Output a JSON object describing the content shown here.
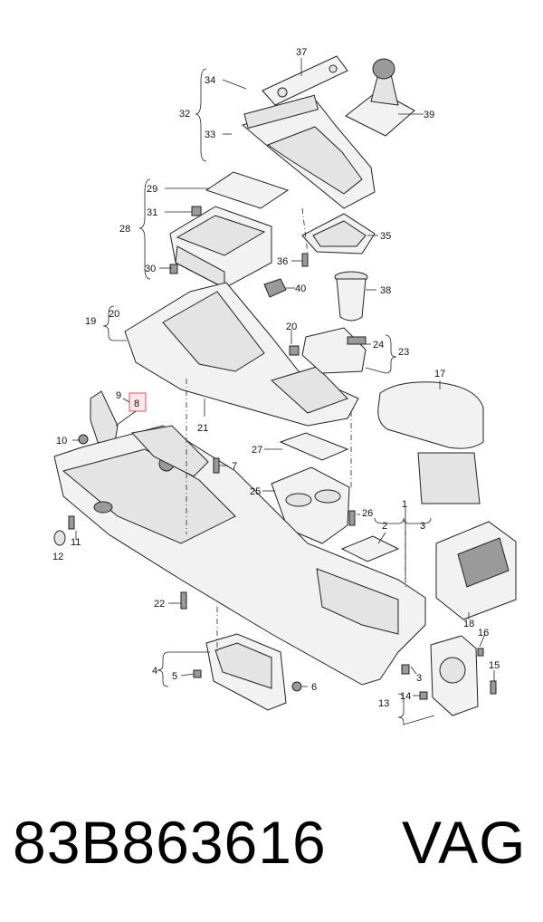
{
  "labels": {
    "l1": "1",
    "l2": "2",
    "l3a": "3",
    "l3b": "3",
    "l4": "4",
    "l5": "5",
    "l6": "6",
    "l7": "7",
    "l8": "8",
    "l9": "9",
    "l10": "10",
    "l11": "11",
    "l12": "12",
    "l13": "13",
    "l14": "14",
    "l15": "15",
    "l16": "16",
    "l17": "17",
    "l18": "18",
    "l19": "19",
    "l20a": "20",
    "l20b": "20",
    "l21": "21",
    "l22": "22",
    "l23": "23",
    "l24": "24",
    "l25": "25",
    "l26": "26",
    "l27": "27",
    "l28": "28",
    "l29": "29",
    "l30": "30",
    "l31": "31",
    "l32": "32",
    "l33": "33",
    "l34": "34",
    "l35": "35",
    "l36": "36",
    "l37": "37",
    "l38": "38",
    "l39": "39",
    "l40": "40"
  },
  "highlight_color": "#d9535f",
  "footer": {
    "part_number": "83B863616",
    "brand": "VAG"
  }
}
